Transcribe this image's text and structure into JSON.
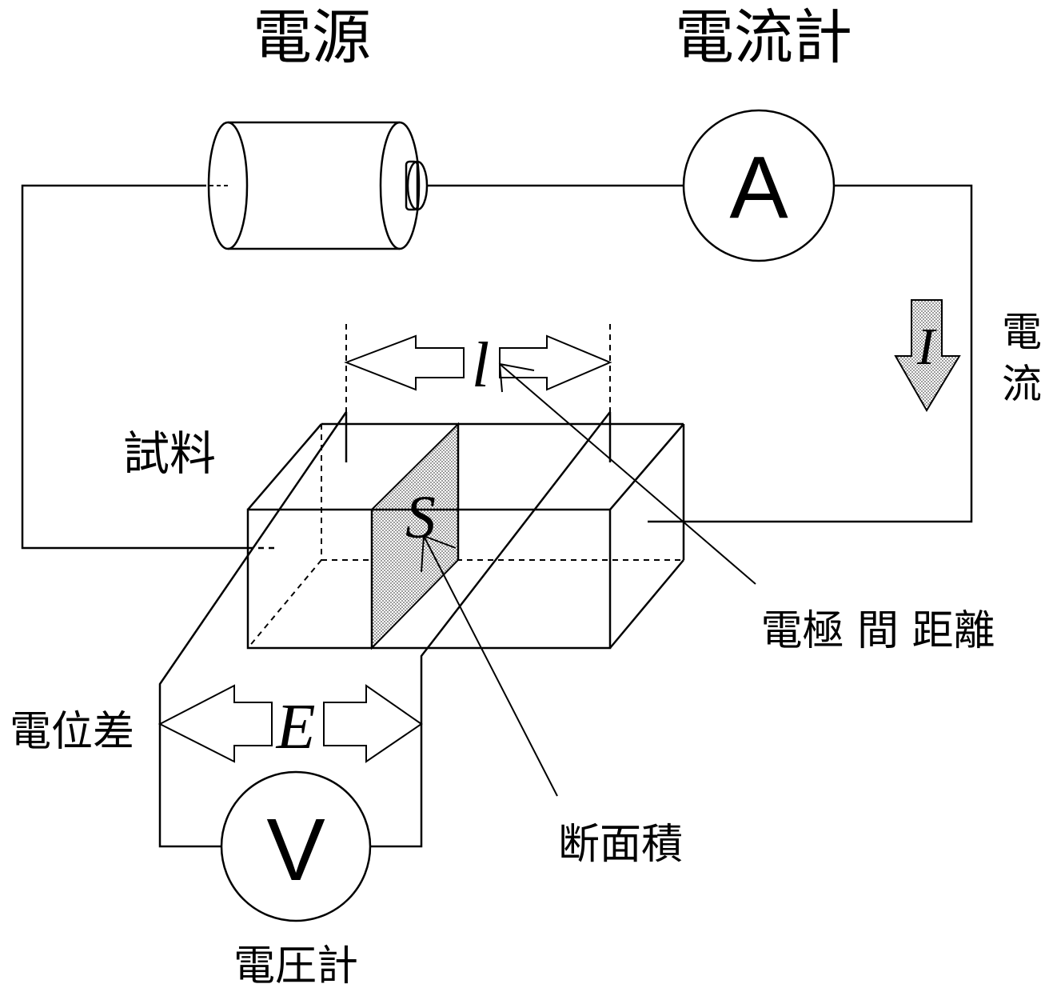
{
  "labels": {
    "power_source": "電源",
    "ammeter": "電流計",
    "ammeter_symbol": "A",
    "current_label_1": "電",
    "current_label_2": "流",
    "current_symbol": "I",
    "sample": "試料",
    "length_symbol": "l",
    "area_symbol": "S",
    "electrode_distance": "電極 間 距離",
    "potential_difference": "電位差",
    "voltage_symbol": "E",
    "voltmeter_symbol": "V",
    "voltmeter": "電圧計",
    "cross_section": "断面積"
  },
  "colors": {
    "line": "#000000",
    "shade": "#c8c8c8"
  }
}
